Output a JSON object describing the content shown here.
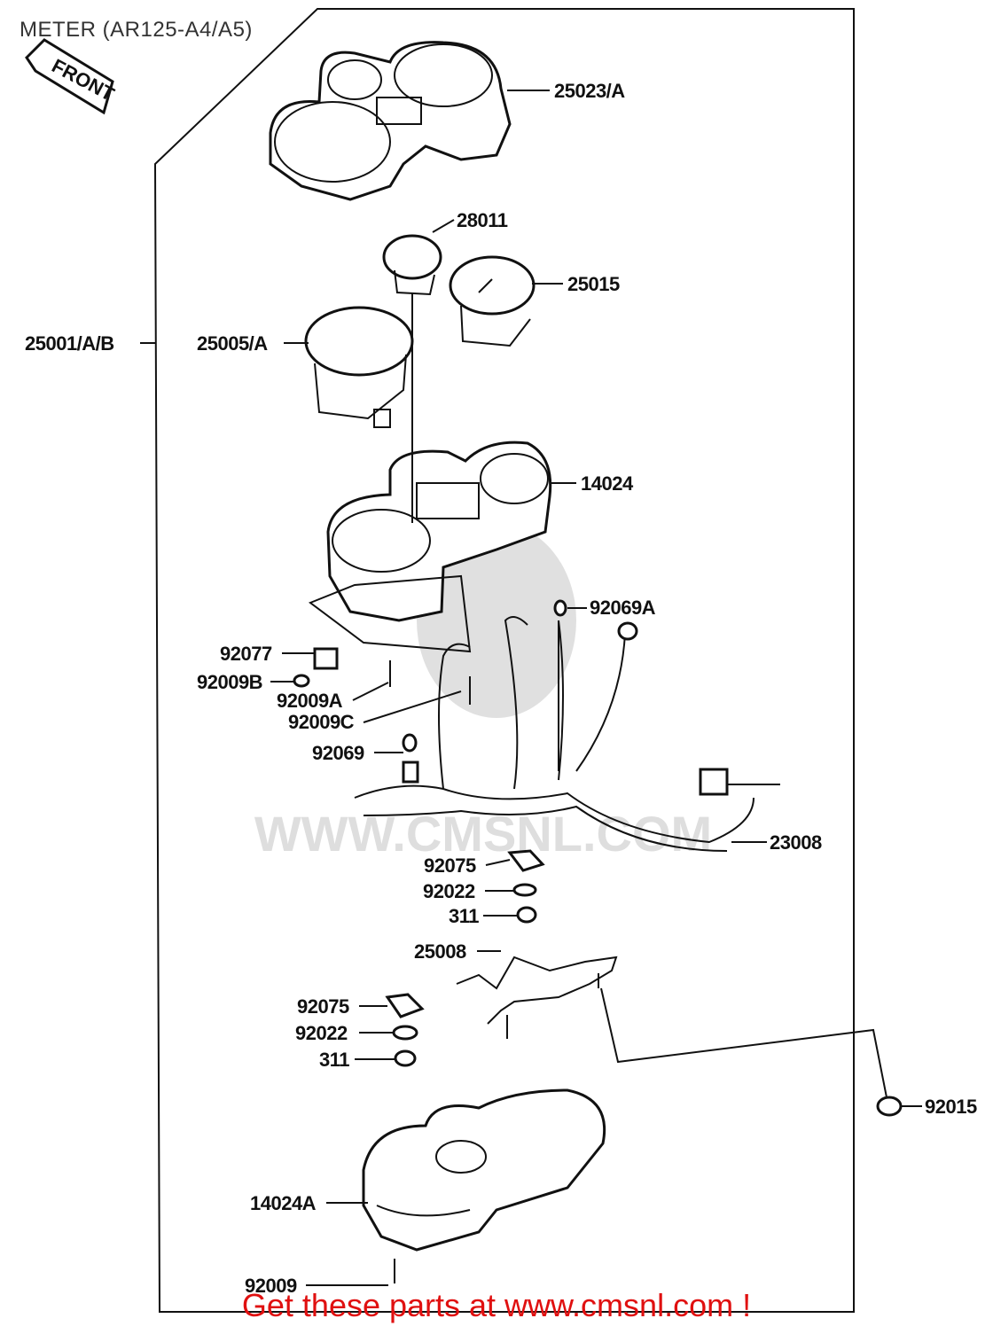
{
  "title": "METER (AR125-A4/A5)",
  "front_label": "FRONT",
  "watermark": "WWW.CMSNL.COM",
  "footer": "Get these parts at www.cmsnl.com !",
  "parts": {
    "p25023": "25023/A",
    "p28011": "28011",
    "p25015": "25015",
    "p25001": "25001/A/B",
    "p25005": "25005/A",
    "p14024": "14024",
    "p92069A": "92069A",
    "p92077": "92077",
    "p92009B": "92009B",
    "p92009A": "92009A",
    "p92009C": "92009C",
    "p92069": "92069",
    "p23008": "23008",
    "p92075a": "92075",
    "p92022a": "92022",
    "p311a": "311",
    "p25008": "25008",
    "p92075b": "92075",
    "p92022b": "92022",
    "p311b": "311",
    "p92015": "92015",
    "p14024A": "14024A",
    "p92009": "92009"
  }
}
